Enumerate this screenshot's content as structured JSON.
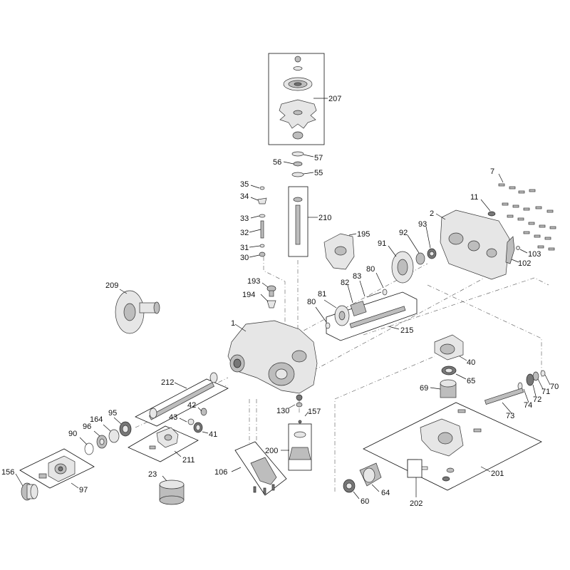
{
  "callouts": [
    {
      "key": "c207",
      "text": "207"
    },
    {
      "key": "c57",
      "text": "57"
    },
    {
      "key": "c56",
      "text": "56"
    },
    {
      "key": "c55",
      "text": "55"
    },
    {
      "key": "c35",
      "text": "35"
    },
    {
      "key": "c34",
      "text": "34"
    },
    {
      "key": "c33",
      "text": "33"
    },
    {
      "key": "c32",
      "text": "32"
    },
    {
      "key": "c31",
      "text": "31"
    },
    {
      "key": "c30",
      "text": "30"
    },
    {
      "key": "c210",
      "text": "210"
    },
    {
      "key": "c195",
      "text": "195"
    },
    {
      "key": "c7",
      "text": "7"
    },
    {
      "key": "c11",
      "text": "11"
    },
    {
      "key": "c2",
      "text": "2"
    },
    {
      "key": "c93",
      "text": "93"
    },
    {
      "key": "c92",
      "text": "92"
    },
    {
      "key": "c91",
      "text": "91"
    },
    {
      "key": "c103",
      "text": "103"
    },
    {
      "key": "c102",
      "text": "102"
    },
    {
      "key": "c209",
      "text": "209"
    },
    {
      "key": "c193",
      "text": "193"
    },
    {
      "key": "c194",
      "text": "194"
    },
    {
      "key": "c82",
      "text": "82"
    },
    {
      "key": "c83",
      "text": "83"
    },
    {
      "key": "c80a",
      "text": "80"
    },
    {
      "key": "c81",
      "text": "81"
    },
    {
      "key": "c80b",
      "text": "80"
    },
    {
      "key": "c215",
      "text": "215"
    },
    {
      "key": "c1",
      "text": "1"
    },
    {
      "key": "c40",
      "text": "40"
    },
    {
      "key": "c65",
      "text": "65"
    },
    {
      "key": "c70",
      "text": "70"
    },
    {
      "key": "c71",
      "text": "71"
    },
    {
      "key": "c72",
      "text": "72"
    },
    {
      "key": "c74",
      "text": "74"
    },
    {
      "key": "c69",
      "text": "69"
    },
    {
      "key": "c73",
      "text": "73"
    },
    {
      "key": "c212",
      "text": "212"
    },
    {
      "key": "c42",
      "text": "42"
    },
    {
      "key": "c43",
      "text": "43"
    },
    {
      "key": "c41",
      "text": "41"
    },
    {
      "key": "c130",
      "text": "130"
    },
    {
      "key": "c157",
      "text": "157"
    },
    {
      "key": "c95",
      "text": "95"
    },
    {
      "key": "c164",
      "text": "164"
    },
    {
      "key": "c96",
      "text": "96"
    },
    {
      "key": "c90",
      "text": "90"
    },
    {
      "key": "c211",
      "text": "211"
    },
    {
      "key": "c200",
      "text": "200"
    },
    {
      "key": "c106",
      "text": "106"
    },
    {
      "key": "c201",
      "text": "201"
    },
    {
      "key": "c156",
      "text": "156"
    },
    {
      "key": "c97",
      "text": "97"
    },
    {
      "key": "c23",
      "text": "23"
    },
    {
      "key": "c64",
      "text": "64"
    },
    {
      "key": "c60",
      "text": "60"
    },
    {
      "key": "c202",
      "text": "202"
    }
  ],
  "colors": {
    "line": "#111111",
    "part_fill": "#e6e6e6",
    "part_shade": "#bdbdbd",
    "background": "#ffffff"
  }
}
